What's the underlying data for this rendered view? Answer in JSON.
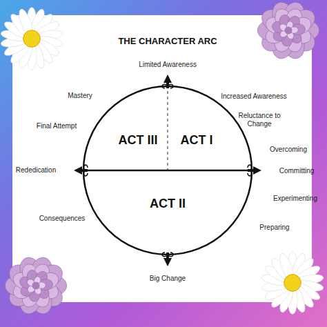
{
  "diagram": {
    "title": "THE CHARACTER ARC",
    "nodes": [
      {
        "text": [
          "ACT III",
          "ACT I",
          "ACT II"
        ]
      }
    ],
    "labels": [
      "Limited Awareness",
      "Increased Awareness",
      "Reluctance to Change",
      "Overcoming",
      "Committing",
      "Experimenting",
      "Preparing",
      "Big Change",
      "Consequences",
      "Rededication",
      "Final Attempt",
      "Mastery"
    ]
  }
}
